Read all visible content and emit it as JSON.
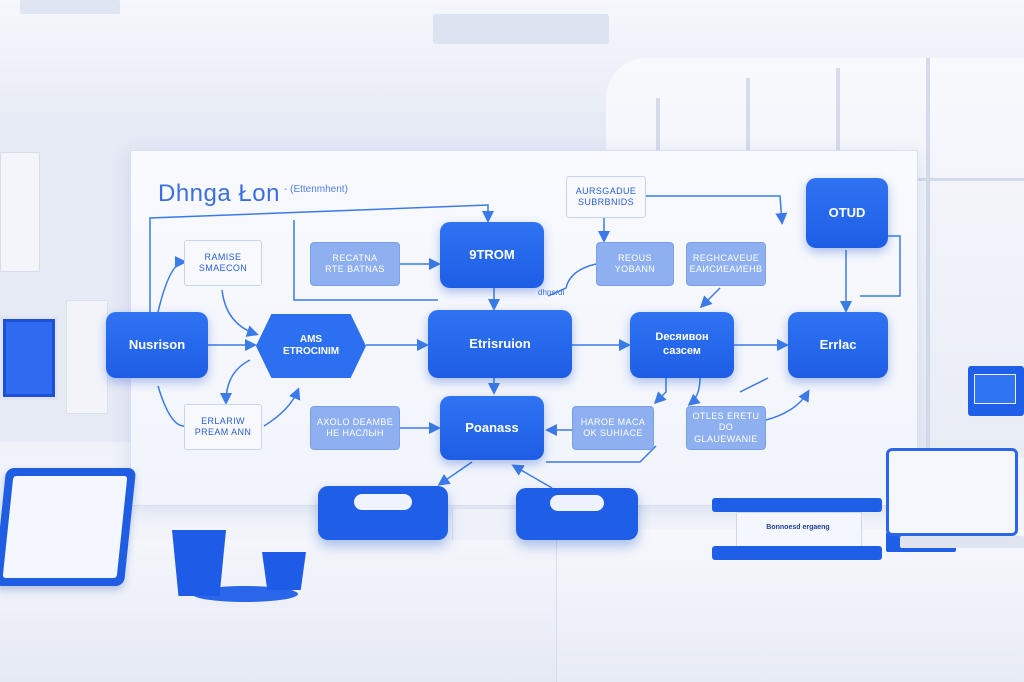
{
  "board": {
    "title": "Dhnga Łon",
    "subtitle": "- (Ettenmhent)"
  },
  "nodes": {
    "nusrison": "Nusrison",
    "ams_etrocinim": "AMS\nETROCINIM",
    "etrisruion": "Etrisruion",
    "designon": "Dесяивон\nсазсем",
    "erriac": "Errlac",
    "otud": "OTUD",
    "otrom": "9TROM",
    "poanass": "Poanass",
    "ramise_smseon": "RAMISE\nSMAECON",
    "rectna_batnas": "RECATNA\nRTE BATNAS",
    "aurgcadue": "AURSGADUE\nSUBRBNIDS",
    "reous": "REOUS\nYOBANN",
    "recruance": "REGHCAVEUE\nЕАИСИЕАИЕНВ",
    "ereriam_pream": "ERLARIW\nPREAM ANN",
    "axolo": "AXOLO DEAMBE\nНЕ НАСЛЫН",
    "harice_maca": "HAROE MACA\nOK SUHIACE",
    "otle_erenu": "OTLES ERETU\nDO GLAUEWANIE"
  },
  "side_label": "dhnsrdl",
  "device_label": "Bonnoesd ergaeng",
  "colors": {
    "primary": "#1e5ee6",
    "secondary": "#8fb0f0",
    "edge": "#3b7be8",
    "board": "#f6f8fd"
  },
  "icons": [
    "arrow-icon"
  ]
}
